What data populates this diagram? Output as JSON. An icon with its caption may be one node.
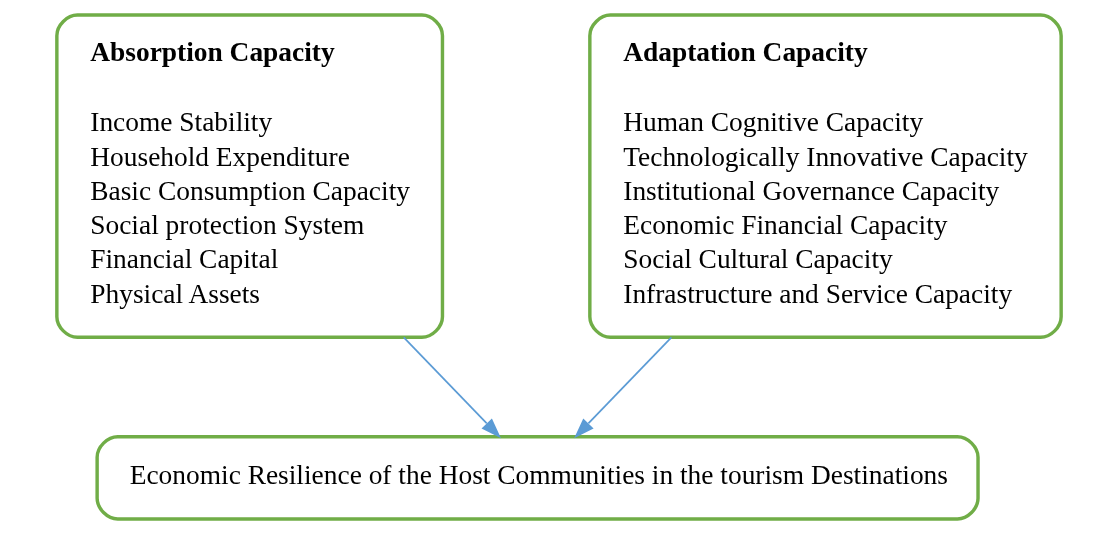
{
  "diagram": {
    "nodes": [
      {
        "text": [
          "Absorption Capacity",
          "Income Stability",
          "Household Expenditure",
          "Basic Consumption Capacity",
          "Social protection System",
          "Financial Capital",
          "Physical Assets"
        ]
      },
      {
        "text": [
          "Adaptation Capacity",
          "Human Cognitive Capacity",
          "Technologically Innovative Capacity",
          "Institutional Governance Capacity",
          "Economic Financial Capacity",
          "Social Cultural Capacity",
          "Infrastructure and Service Capacity"
        ]
      },
      {
        "text": [
          "Economic Resilience of the Host Communities in the tourism Destinations"
        ]
      }
    ],
    "edges": [
      {
        "from": 0,
        "to": 2,
        "arrow": "to",
        "color": "#5b9bd5"
      },
      {
        "from": 1,
        "to": 2,
        "arrow": "to",
        "color": "#5b9bd5"
      }
    ]
  }
}
